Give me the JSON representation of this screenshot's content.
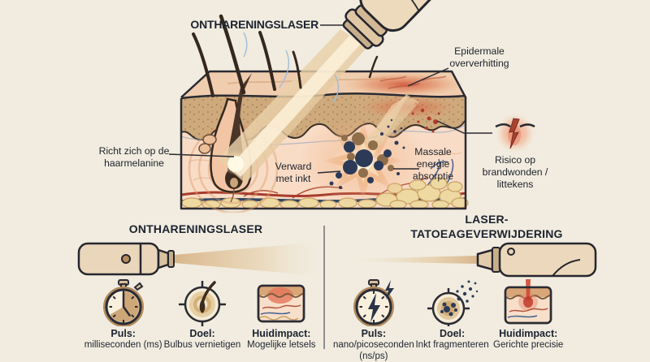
{
  "main_title": "ONTHARENINGSLASER",
  "diagram_labels": {
    "epidermal": "Epidermale\noververhitting",
    "melanin": "Richt zich op de\nhaarmelanine",
    "ink_confusion": "Verward\nmet inkt",
    "energy": "Massale\nenergie\nabsorptie",
    "risk": "Risico op\nbrandwonden /\nlittekens"
  },
  "comparison": {
    "left": {
      "title": "ONTHARENINGSLASER",
      "items": [
        {
          "icon": "stopwatch-icon",
          "label": "Puls:",
          "value": "milliseconden (ms)"
        },
        {
          "icon": "target-hair-follicle-icon",
          "label": "Doel:",
          "value": "Bulbus vernietigen"
        },
        {
          "icon": "skin-damage-icon",
          "label": "Huidimpact:",
          "value": "Mogelijke letsels"
        }
      ]
    },
    "right": {
      "title": "LASER-\nTATOEAGEVERWIJDERING",
      "items": [
        {
          "icon": "stopwatch-lightning-icon",
          "label": "Puls:",
          "value": "nano/picoseconden\n(ns/ps)"
        },
        {
          "icon": "target-ink-fragment-icon",
          "label": "Doel:",
          "value": "Inkt fragmenteren"
        },
        {
          "icon": "skin-precision-icon",
          "label": "Huidimpact:",
          "value": "Gerichte precisie"
        }
      ]
    }
  },
  "colors": {
    "background": "#f1ecdf",
    "outline": "#2b2b33",
    "beam_tan": "#e2c094",
    "ink_navy": "#2c3a58",
    "ink_brown": "#8f6e4b",
    "heat_red": "#c0452e",
    "text": "#1c2330",
    "divider": "#8f8f8f"
  }
}
